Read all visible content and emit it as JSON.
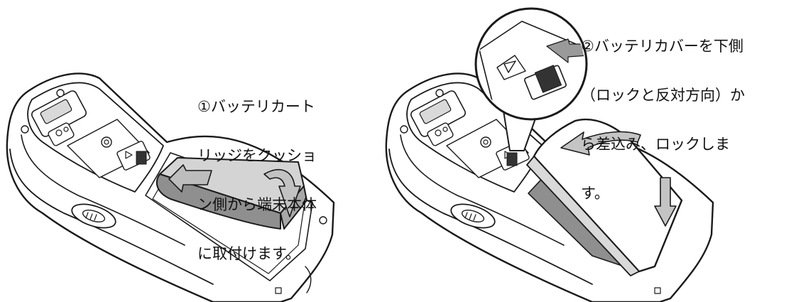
{
  "steps": [
    {
      "id": 1,
      "lines": [
        "①バッテリカート",
        "リッジをクッショ",
        "ン側から端末本体",
        "に取付けます。"
      ]
    },
    {
      "id": 2,
      "lines": [
        "②バッテリカバーを下側",
        "（ロックと反対方向）か",
        "ら差込み、ロックしま",
        "す。"
      ]
    }
  ],
  "colors": {
    "line": "#1a1a1a",
    "body": "#ffffff",
    "battery": "#9a9a9a",
    "shade": "#c9c9c9",
    "arrow": "#bdbdbd"
  },
  "icons": [
    "handheld-terminal-illustration",
    "battery-cartridge-illustration",
    "battery-cover-illustration",
    "insert-arrow-icon",
    "rotate-arrow-icon",
    "lock-slider-zoom"
  ]
}
